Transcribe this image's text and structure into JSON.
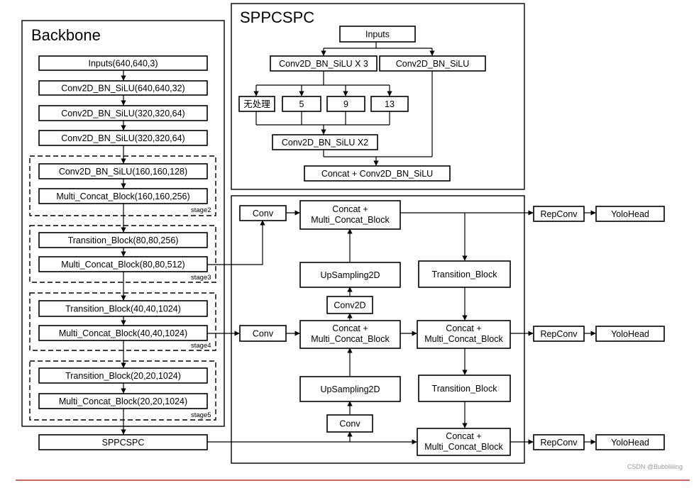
{
  "titles": {
    "backbone": "Backbone",
    "spp": "SPPCSPC"
  },
  "backbone": {
    "inputs": "Inputs(640,640,3)",
    "conv1": "Conv2D_BN_SiLU(640,640,32)",
    "conv2": "Conv2D_BN_SiLU(320,320,64)",
    "conv3": "Conv2D_BN_SiLU(320,320,64)",
    "stage2_conv": "Conv2D_BN_SiLU(160,160,128)",
    "stage2_mcb": "Multi_Concat_Block(160,160,256)",
    "stage3_tb": "Transition_Block(80,80,256)",
    "stage3_mcb": "Multi_Concat_Block(80,80,512)",
    "stage4_tb": "Transition_Block(40,40,1024)",
    "stage4_mcb": "Multi_Concat_Block(40,40,1024)",
    "stage5_tb": "Transition_Block(20,20,1024)",
    "stage5_mcb": "Multi_Concat_Block(20,20,1024)",
    "sppcspc": "SPPCSPC"
  },
  "stages": [
    "stage2",
    "stage3",
    "stage4",
    "stage5"
  ],
  "spp": {
    "inputs": "Inputs",
    "conv_x3": "Conv2D_BN_SiLU X 3",
    "conv": "Conv2D_BN_SiLU",
    "none": "无处理",
    "p5": "5",
    "p9": "9",
    "p13": "13",
    "conv_x2": "Conv2D_BN_SiLU X2",
    "concat": "Concat + Conv2D_BN_SiLU"
  },
  "neck": {
    "conv": "Conv",
    "concat_line1": "Concat +",
    "concat_line2": "Multi_Concat_Block",
    "upsampling": "UpSampling2D",
    "conv2d": "Conv2D",
    "transition": "Transition_Block",
    "repconv": "RepConv",
    "yolohead": "YoloHead"
  },
  "watermark": "CSDN @Bubbliiiing"
}
